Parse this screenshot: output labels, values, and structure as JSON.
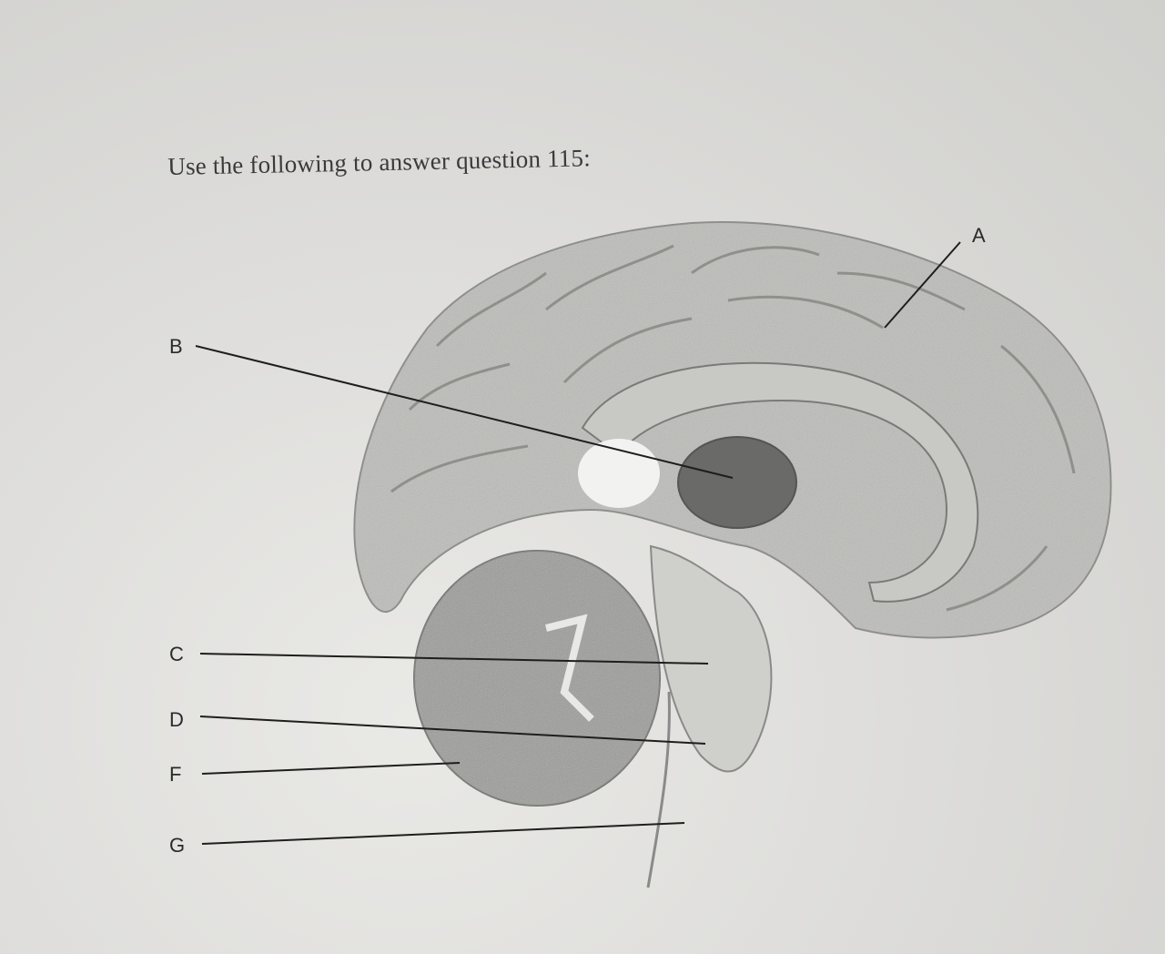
{
  "prompt": "Use the following to answer question 115:",
  "labels": {
    "A": "A",
    "B": "B",
    "C": "C",
    "D": "D",
    "F": "F",
    "G": "G"
  }
}
